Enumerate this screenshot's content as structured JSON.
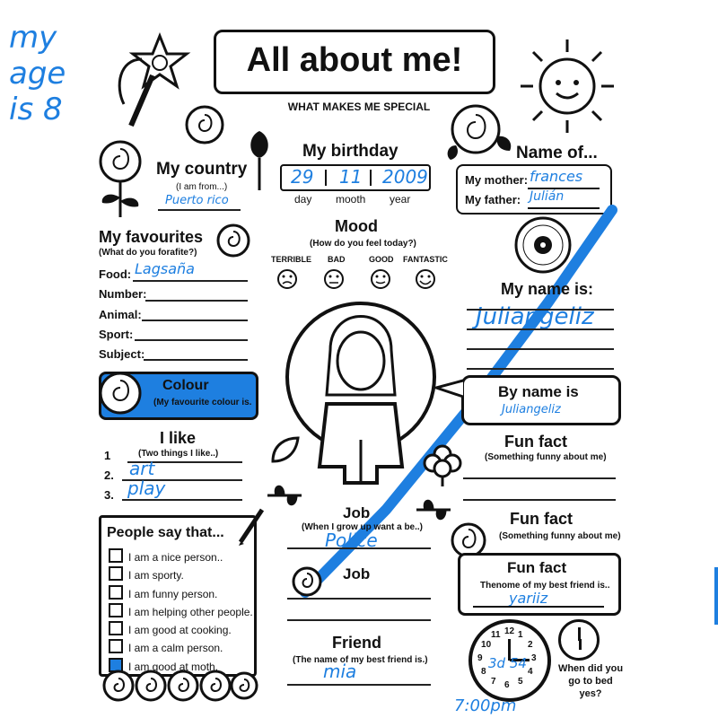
{
  "header": {
    "title": "All about me!",
    "subtitle": "WHAT MAKES ME SPECIAL"
  },
  "doodle": {
    "my_age_line1": "my",
    "my_age_line2": "age",
    "my_age_line3": "is 8",
    "bedtime": "7:00pm",
    "clock_scribble": "3d 54"
  },
  "country": {
    "title": "My country",
    "sub": "(I am from...)",
    "value": "Puerto rico"
  },
  "birthday": {
    "title": "My birthday",
    "day": "29",
    "month": "11",
    "year": "2009",
    "day_label": "day",
    "month_label": "mooth",
    "year_label": "year"
  },
  "name_of": {
    "title": "Name of...",
    "mother_label": "My mother:",
    "mother_value": "frances",
    "father_label": "My father:",
    "father_value": "Julián"
  },
  "favourites": {
    "title": "My favourites",
    "sub": "(What do you forafite?)",
    "rows": [
      {
        "label": "Food:",
        "value": "Lagsaña"
      },
      {
        "label": "Number:",
        "value": ""
      },
      {
        "label": "Animal:",
        "value": ""
      },
      {
        "label": "Sport:",
        "value": ""
      },
      {
        "label": "Subject:",
        "value": ""
      }
    ]
  },
  "mood": {
    "title": "Mood",
    "sub": "(How do you feel today?)",
    "options": [
      "TERRIBLE",
      "BAD",
      "GOOD",
      "FANTASTIC"
    ]
  },
  "my_name": {
    "title": "My name is:",
    "value": "Juliangeliz"
  },
  "colour": {
    "title": "Colour",
    "sub": "(My favourite colour is."
  },
  "by_name": {
    "title": "By name is",
    "value": "Juliangeliz"
  },
  "i_like": {
    "title": "I like",
    "sub": "(Two things I like..)",
    "items": [
      {
        "num": "1",
        "value": ""
      },
      {
        "num": "2.",
        "value": "art"
      },
      {
        "num": "3.",
        "value": "play"
      }
    ]
  },
  "fun_fact_1": {
    "title": "Fun fact",
    "sub": "(Something funny about me)"
  },
  "job_1": {
    "title": "Job",
    "sub": "(When I grow up want a be..)",
    "value": "Police"
  },
  "job_2": {
    "title": "Job"
  },
  "fun_fact_2": {
    "title": "Fun fact",
    "sub": "(Something funny about me)"
  },
  "fun_fact_3": {
    "title": "Fun fact",
    "sub": "Thenome of my best friend is..",
    "value": "yariiz"
  },
  "people_say": {
    "title": "People say that...",
    "items": [
      {
        "text": "I am a nice person..",
        "checked": false
      },
      {
        "text": "I am sporty.",
        "checked": false
      },
      {
        "text": "I am funny person.",
        "checked": false
      },
      {
        "text": "I am helping other people.",
        "checked": false
      },
      {
        "text": "I am good at cooking.",
        "checked": false
      },
      {
        "text": "I am a calm person.",
        "checked": false
      },
      {
        "text": "I am good at moth.",
        "checked": true
      }
    ]
  },
  "friend": {
    "title": "Friend",
    "sub": "(The name of my best friend is.)",
    "value": "mia"
  },
  "bedtime": {
    "question": "When did you go to bed yes?",
    "clock_numbers": [
      "12",
      "1",
      "2",
      "3",
      "4",
      "5",
      "6",
      "7",
      "8",
      "9",
      "10",
      "11"
    ]
  },
  "colors": {
    "accent_blue": "#1e7fe0",
    "ink": "#111111"
  }
}
